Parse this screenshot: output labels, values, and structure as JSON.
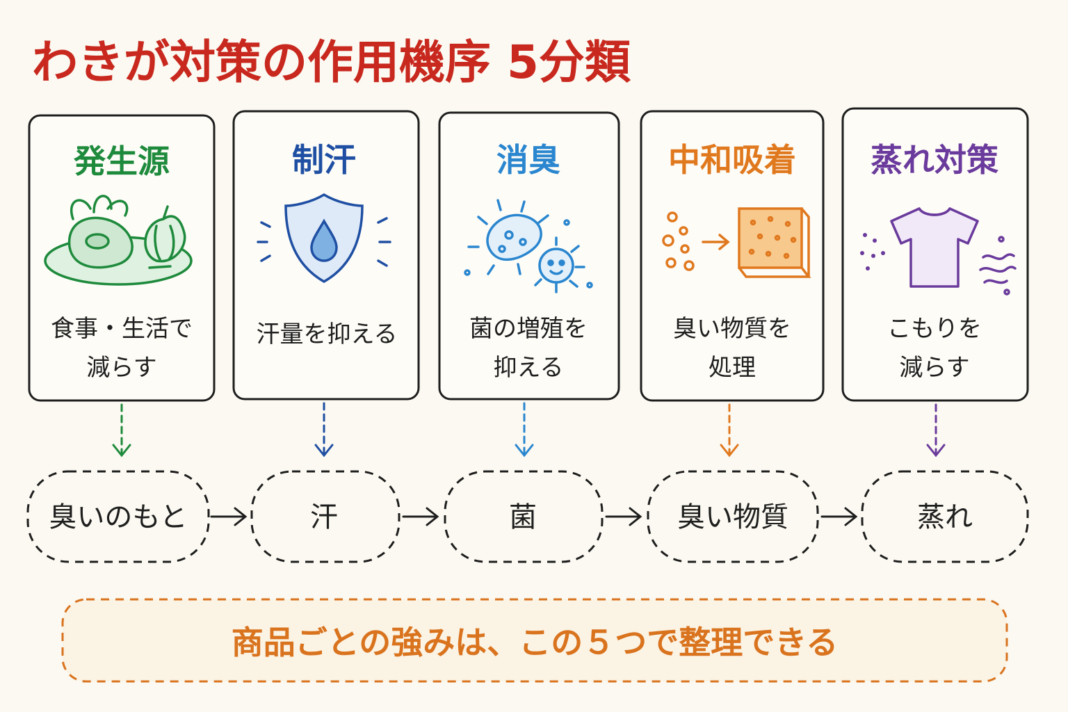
{
  "title": "わきが対策の作用機序 5分類",
  "colors": {
    "title": "#c8281e",
    "ink": "#1e1e1e",
    "footer": "#d9731e",
    "paper": "#fbf9f1"
  },
  "categories": [
    {
      "id": "source",
      "title": "発生源",
      "color": "#1e8a3c",
      "icon": "food-icon",
      "desc": [
        "食事・生活で",
        "減らす"
      ]
    },
    {
      "id": "antiperspirant",
      "title": "制汗",
      "color": "#1f4fa3",
      "icon": "shield-drop-icon",
      "desc": [
        "汗量を抑える"
      ]
    },
    {
      "id": "deodorant",
      "title": "消臭",
      "color": "#2a86cf",
      "icon": "bacteria-icon",
      "desc": [
        "菌の増殖を",
        "抑える"
      ]
    },
    {
      "id": "neutralize",
      "title": "中和吸着",
      "color": "#e0781e",
      "icon": "sponge-icon",
      "desc": [
        "臭い物質を",
        "処理"
      ]
    },
    {
      "id": "humidity",
      "title": "蒸れ対策",
      "color": "#6a3a9c",
      "icon": "tshirt-icon",
      "desc": [
        "こもりを",
        "減らす"
      ]
    }
  ],
  "chain": [
    "臭いのもと",
    "汗",
    "菌",
    "臭い物質",
    "蒸れ"
  ],
  "footer": "商品ごとの強みは、この５つで整理できる"
}
